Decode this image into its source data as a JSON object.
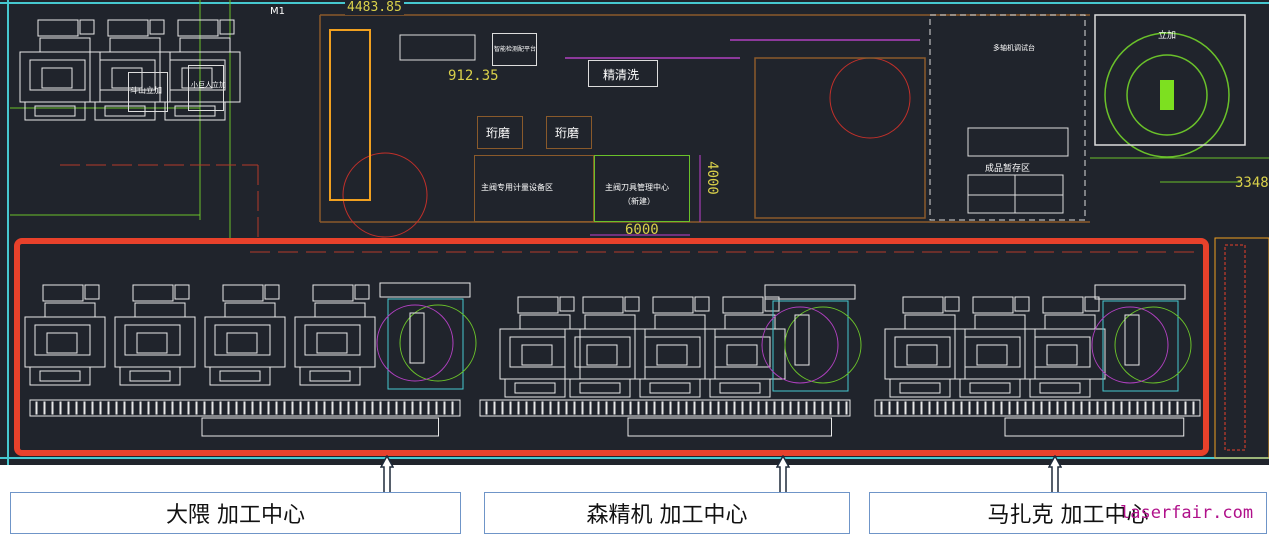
{
  "drawing": {
    "dimensions": {
      "top": "4483.85",
      "mid": "912.35",
      "vertical": "4000",
      "horizontal": "6000",
      "right": "3348"
    },
    "door_label": "M1",
    "areas": {
      "doosan": "斗山立加",
      "small_giant": "小巨人立加",
      "inspection": "智能检测配平台",
      "fine_wash": "精清洗",
      "honing_1": "珩磨",
      "honing_2": "珩磨",
      "metrology": "主阀专用计量设备区",
      "tool_center": "主阀刀具管理中心",
      "tool_center_sub": "（新建）",
      "finished_storage": "成品暂存区",
      "multi_axis": "多轴机调试台",
      "vertical_mill": "立加"
    }
  },
  "captions": [
    {
      "label": "大隈 加工中心"
    },
    {
      "label": "森精机 加工中心"
    },
    {
      "label": "马扎克 加工中心"
    }
  ],
  "watermark": "laserfair.com",
  "colors": {
    "background": "#20242c",
    "highlight": "#e8412b",
    "caption_border": "#6f95c8"
  }
}
